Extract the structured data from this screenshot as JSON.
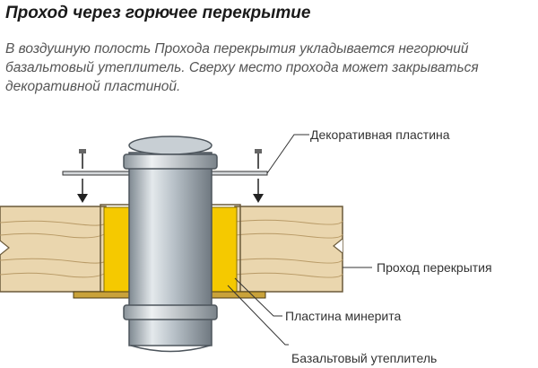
{
  "title": "Проход через горючее перекрытие",
  "description": "В воздушную полость Прохода перекрытия укладывается негорючий базальтовый утеплитель. Сверху место прохода может закрываться декоративной пластиной.",
  "labels": {
    "decorative_plate": "Декоративная пластина",
    "ceiling_passage": "Проход перекрытия",
    "minerite_plate": "Пластина минерита",
    "basalt_insulation": "Базальтовый утеплитель"
  },
  "colors": {
    "wood": "#ead6ae",
    "insulation": "#f5c900",
    "pipe": "#b5bec6",
    "plate": "#c9a23a"
  }
}
